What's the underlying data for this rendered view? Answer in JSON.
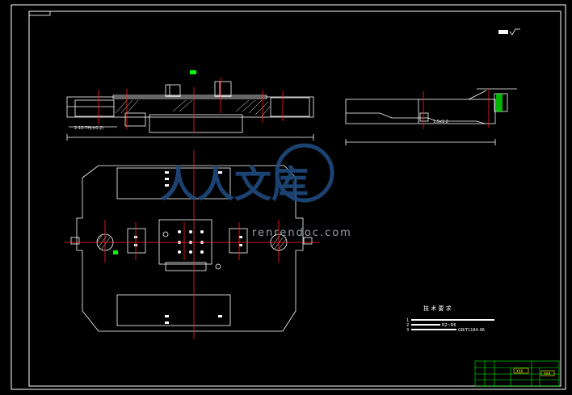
{
  "drawing": {
    "tech_requirements": {
      "title": "技 术 要 求",
      "items": [
        {
          "num": "1",
          "text": ""
        },
        {
          "num": "2",
          "text": "R2~R6"
        },
        {
          "num": "3",
          "text": "GB/T1184-96"
        }
      ]
    },
    "dims": {
      "bottom_label": "2-10-7H(±0.2)",
      "section_label": "1.5x1.2"
    },
    "title_block": {
      "label_a": "XXX",
      "label_b": "XXX"
    }
  },
  "watermark": {
    "text": "人人文库",
    "url": "renrendoc.com"
  },
  "colors": {
    "background": "#000000",
    "outline": "#ffffff",
    "centerline": "#ff2020",
    "highlight": "#00ff00",
    "watermark": "#1e4a7e"
  }
}
